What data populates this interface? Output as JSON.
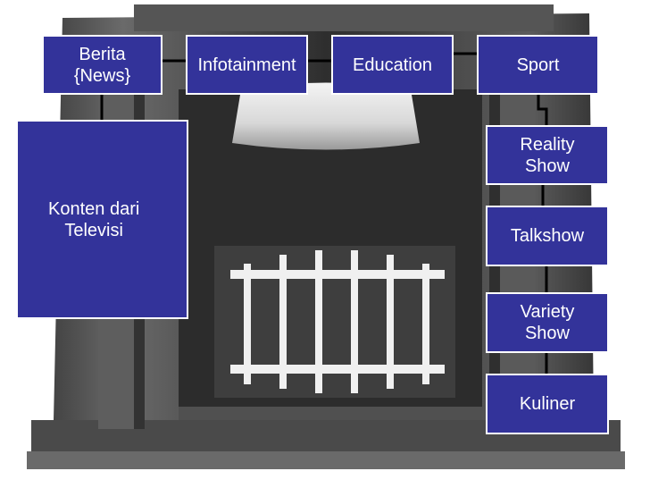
{
  "diagram": {
    "center_label": "Konten dari\nTelevisi",
    "top_row": [
      "Berita\n{News}",
      "Infotainment",
      "Education",
      "Sport"
    ],
    "right_column": [
      "Reality\nShow",
      "Talkshow",
      "Variety\nShow",
      "Kuliner"
    ]
  },
  "colors": {
    "box_fill": "#33339a",
    "box_border": "#ffffff",
    "box_text": "#ffffff",
    "connector": "#000000"
  },
  "background": {
    "description_icon": "television-photo"
  }
}
